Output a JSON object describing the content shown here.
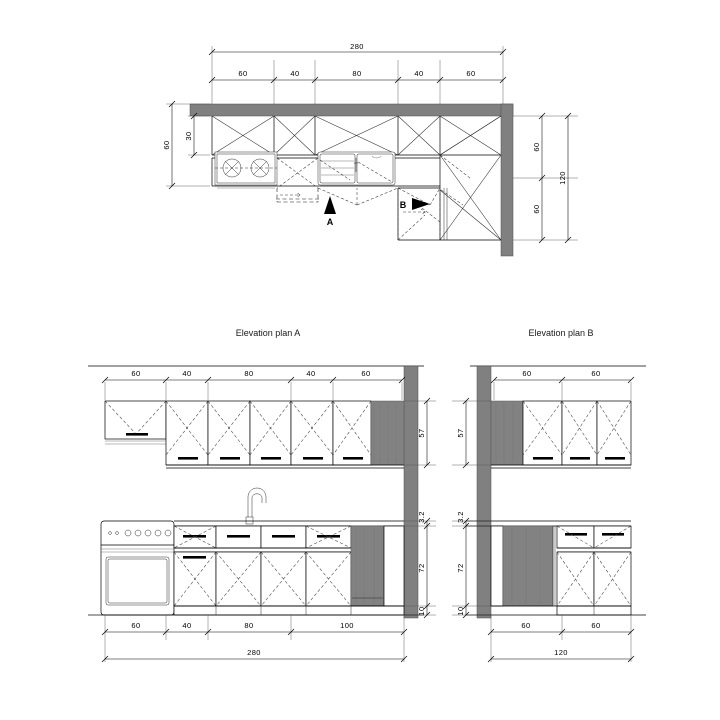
{
  "drawing": {
    "type": "kitchen-technical-drawing",
    "background": "#ffffff",
    "wall_fill": "#808080",
    "line_color": "#000000"
  },
  "floor_plan": {
    "name": "kitchen-floor-plan",
    "top_total": "280",
    "top_chain": [
      "60",
      "40",
      "80",
      "40",
      "60"
    ],
    "left_outer": "60",
    "left_inner": "30",
    "right_total": "120",
    "right_chain": [
      "60",
      "60"
    ],
    "section_markers": [
      {
        "label": "A",
        "direction": "up"
      },
      {
        "label": "B",
        "direction": "right"
      }
    ]
  },
  "elevation_a": {
    "title": "Elevation plan A",
    "upper_chain": [
      "60",
      "40",
      "80",
      "40",
      "60"
    ],
    "upper_height": "57",
    "counter_thickness": "3.2",
    "base_height": "72",
    "plinth_height": "10",
    "bottom_chain": [
      "60",
      "40",
      "80",
      "100"
    ],
    "bottom_total": "280",
    "appliances": [
      "stove",
      "faucet",
      "sink"
    ]
  },
  "elevation_b": {
    "title": "Elevation plan B",
    "upper_chain": [
      "60",
      "60"
    ],
    "upper_height": "57",
    "counter_thickness": "3.2",
    "base_height": "72",
    "plinth_height": "10",
    "bottom_chain": [
      "60",
      "60"
    ],
    "bottom_total": "120"
  }
}
